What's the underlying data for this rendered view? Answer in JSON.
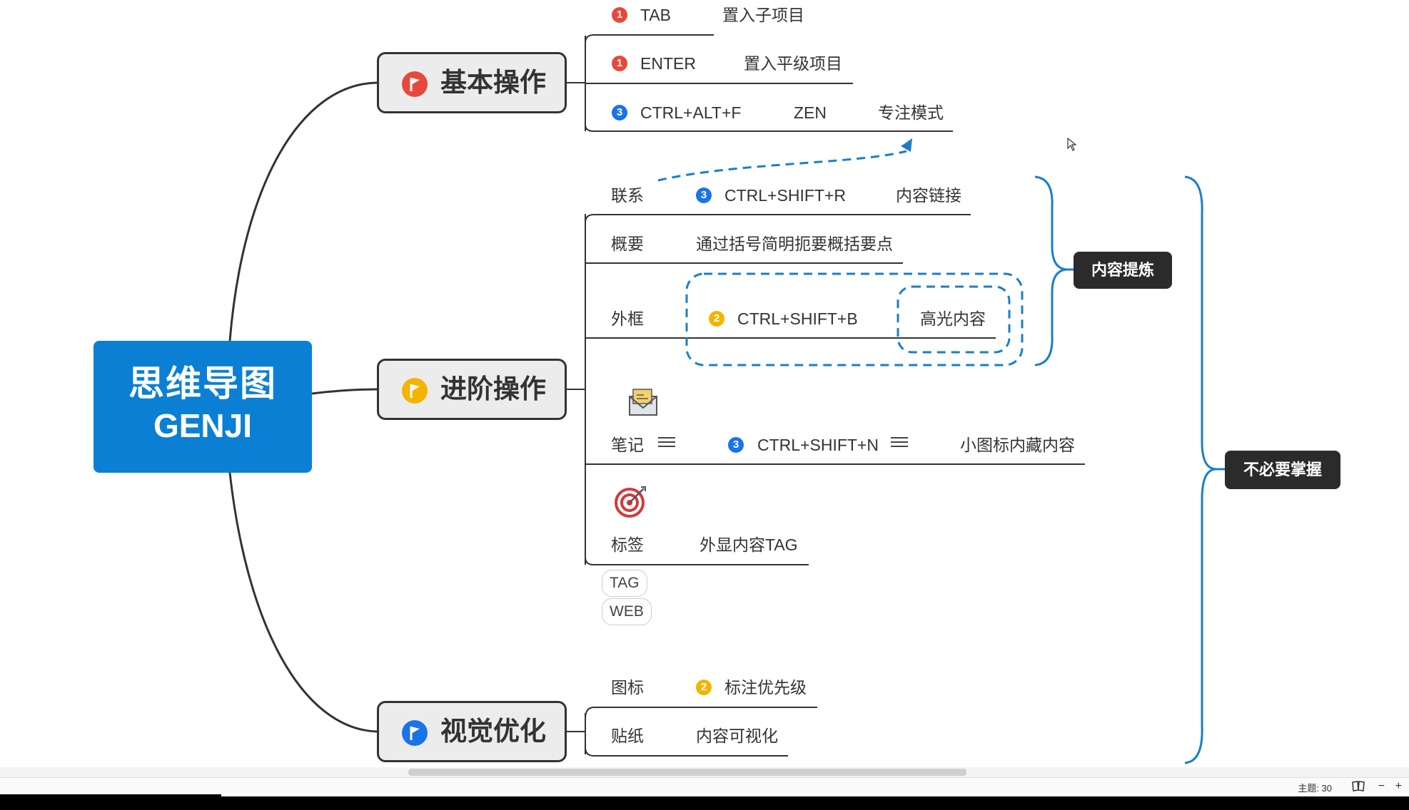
{
  "root": {
    "line1": "思维导图",
    "line2": "GENJI"
  },
  "main_topics": {
    "basic": "基本操作",
    "advanced": "进阶操作",
    "visual": "视觉优化"
  },
  "basic_items": [
    {
      "badge": "1",
      "key": "TAB",
      "desc": "置入子项目"
    },
    {
      "badge": "1",
      "key": "ENTER",
      "desc": "置入平级项目"
    },
    {
      "badge": "3",
      "key": "CTRL+ALT+F",
      "mid": "ZEN",
      "desc": "专注模式"
    }
  ],
  "advanced_items": {
    "relation": {
      "label": "联系",
      "badge": "3",
      "key": "CTRL+SHIFT+R",
      "desc": "内容链接"
    },
    "summary": {
      "label": "概要",
      "desc": "通过括号简明扼要概括要点"
    },
    "boundary": {
      "label": "外框",
      "badge": "2",
      "key": "CTRL+SHIFT+B",
      "desc": "高光内容"
    },
    "note": {
      "label": "笔记",
      "badge": "3",
      "key": "CTRL+SHIFT+N",
      "desc": "小图标内藏内容",
      "icon": "envelope-icon"
    },
    "label_item": {
      "label": "标签",
      "desc": "外显内容TAG",
      "icon": "target-icon",
      "tags": [
        "TAG",
        "WEB"
      ]
    }
  },
  "visual_items": [
    {
      "label": "图标",
      "badge": "2",
      "desc": "标注优先级"
    },
    {
      "label": "贴纸",
      "desc": "内容可视化"
    }
  ],
  "summaries": {
    "content_refine": "内容提炼",
    "not_necessary": "不必要掌握"
  },
  "statusbar": {
    "topics": "主题: 30",
    "zoom_out": "−",
    "zoom_in": "+"
  },
  "colors": {
    "root_blue": "#0b7fd4",
    "badge_red": "#e8483b",
    "badge_blue": "#1a73e8",
    "badge_yellow": "#f4b400",
    "bracket_blue": "#1a7fc8"
  }
}
